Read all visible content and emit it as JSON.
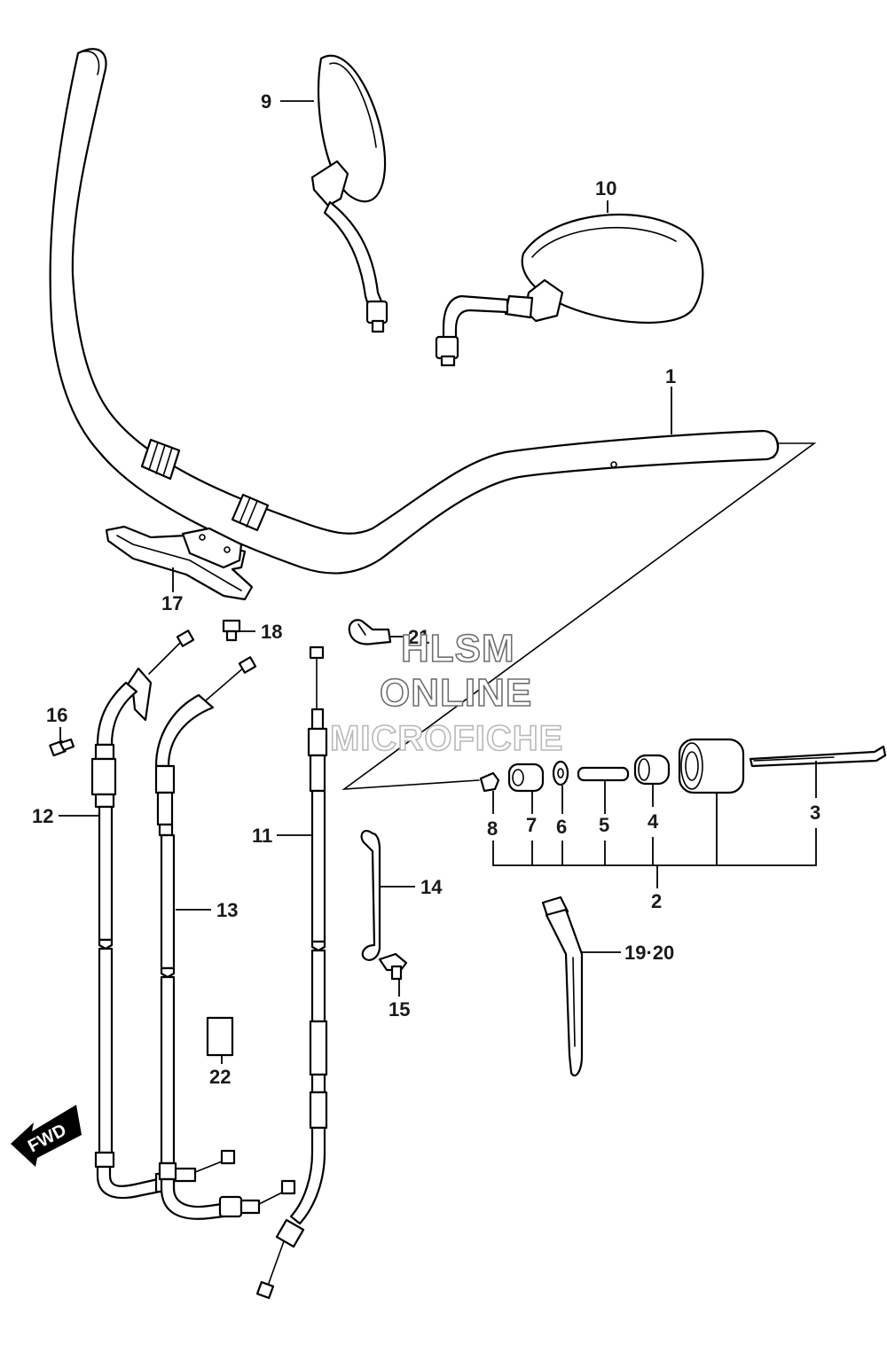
{
  "diagram": {
    "callouts": {
      "c1": "1",
      "c2": "2",
      "c3": "3",
      "c4": "4",
      "c5": "5",
      "c6": "6",
      "c7": "7",
      "c8": "8",
      "c9": "9",
      "c10": "10",
      "c11": "11",
      "c12": "12",
      "c13": "13",
      "c14": "14",
      "c15": "15",
      "c16": "16",
      "c17": "17",
      "c18": "18",
      "c19_20": "19·20",
      "c21": "21",
      "c22": "22"
    },
    "direction_badge": "FWD"
  },
  "watermark": {
    "line1": "HLSM",
    "line2": "ONLINE",
    "line3": "MICROFICHE"
  }
}
